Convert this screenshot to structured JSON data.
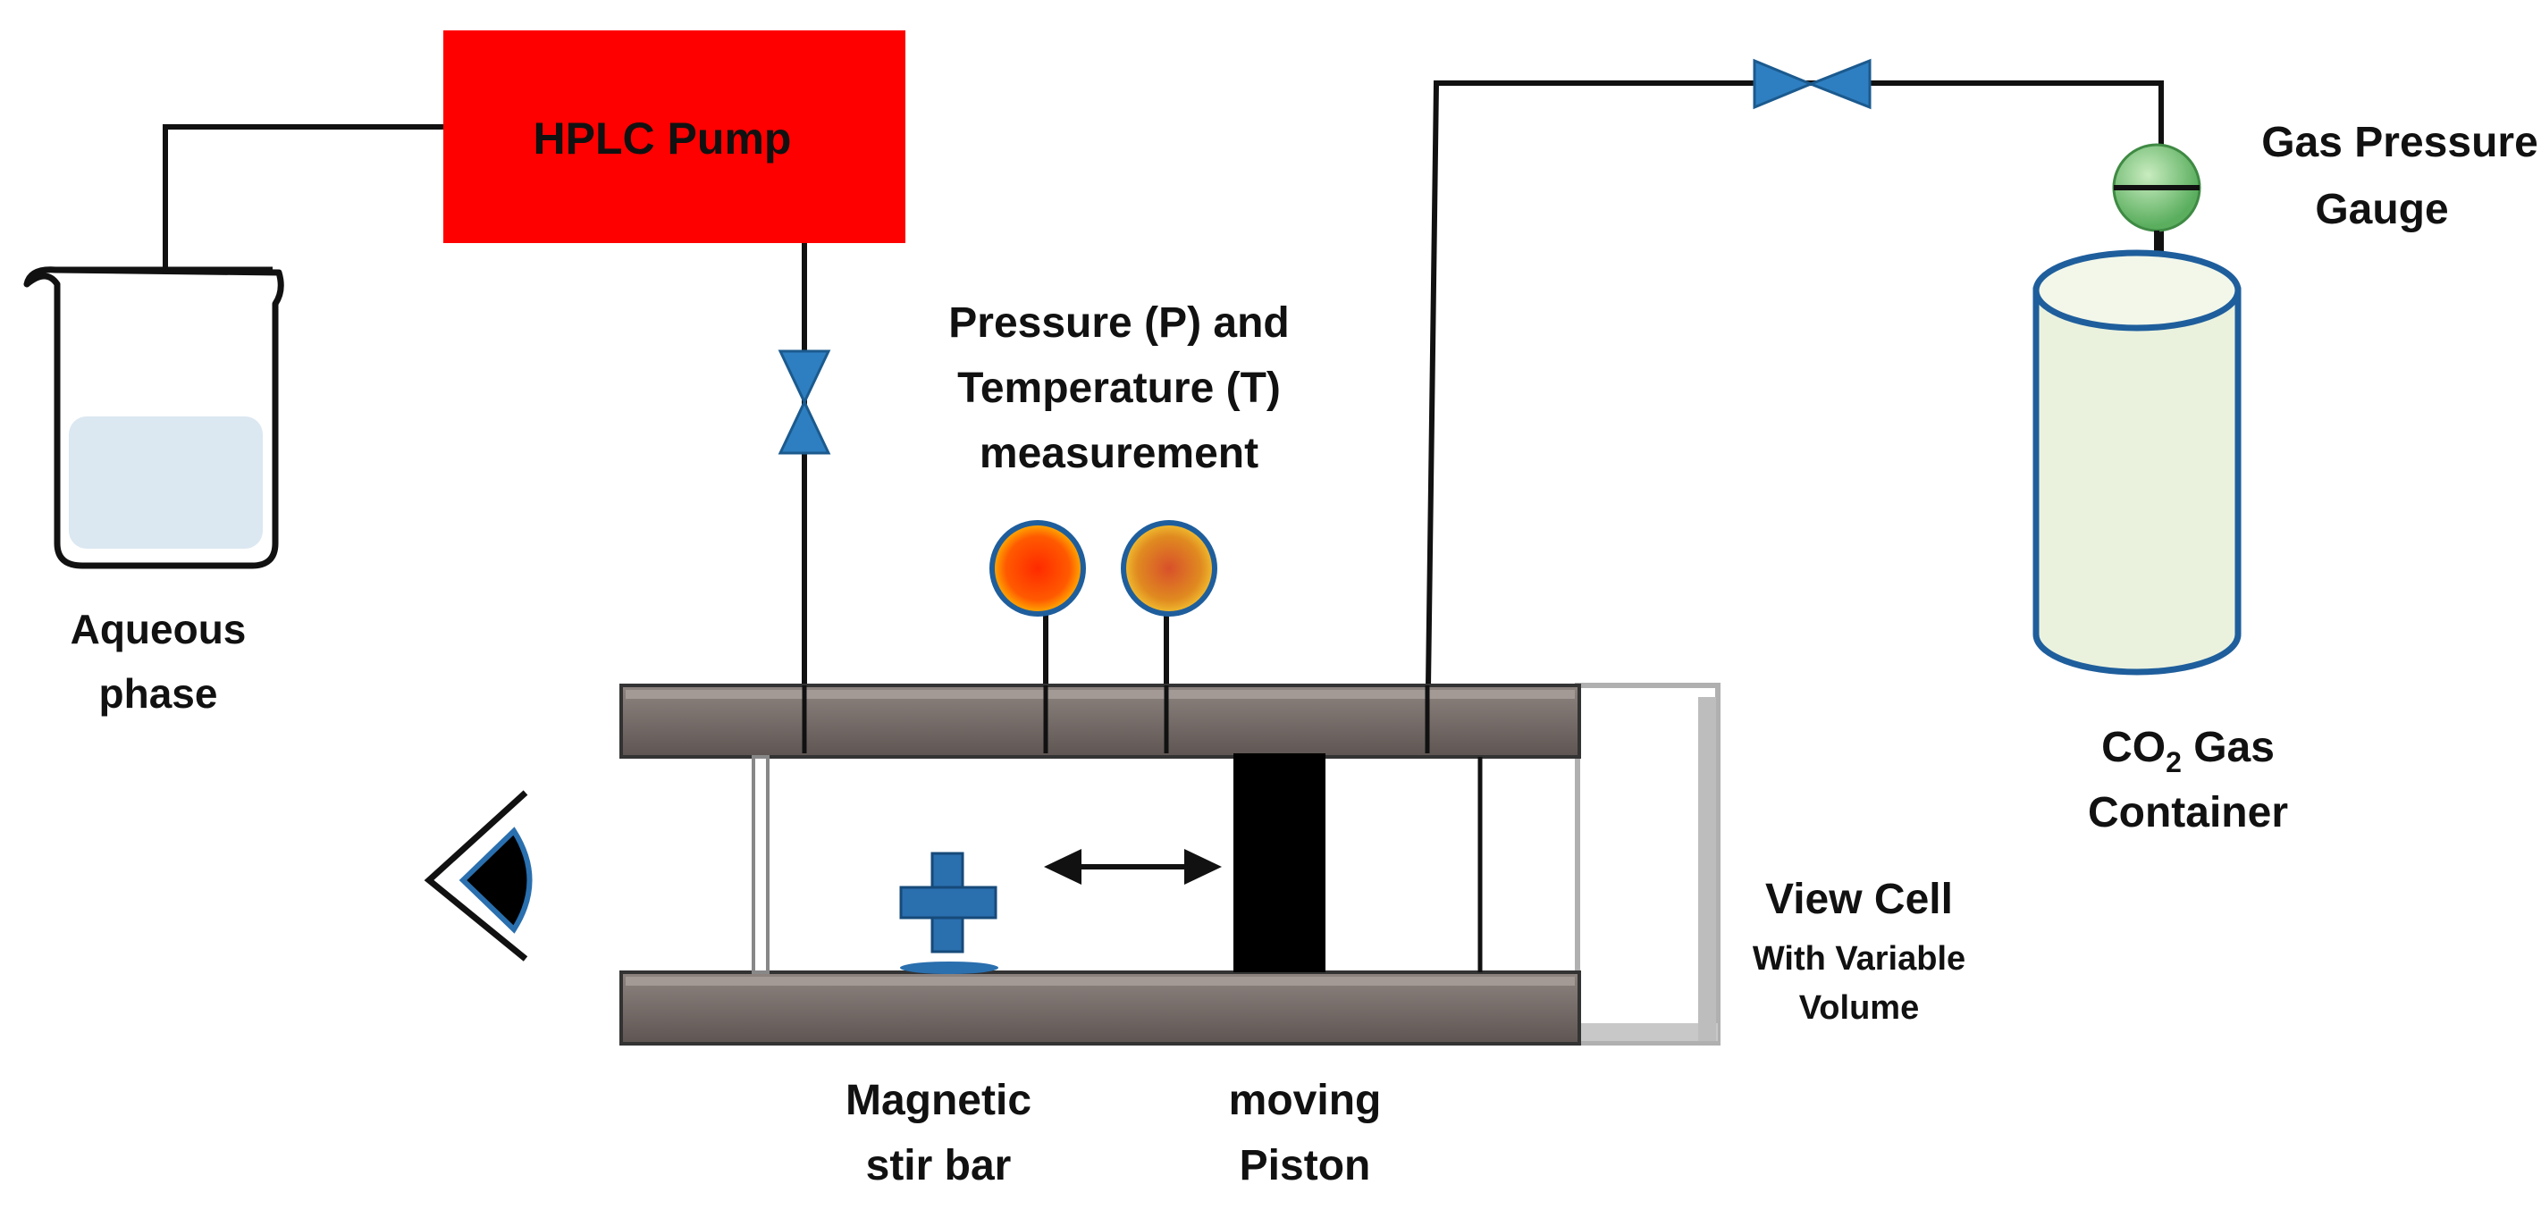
{
  "labels": {
    "hplc_pump": "HPLC Pump",
    "aqueous_line1": "Aqueous",
    "aqueous_line2": "phase",
    "pt_line1": "Pressure (P) and",
    "pt_line2": "Temperature (T)",
    "pt_line3": "measurement",
    "gas_gauge_line1": "Gas Pressure",
    "gas_gauge_line2": "Gauge",
    "co2_prefix": "CO",
    "co2_sub": "2",
    "co2_suffix": " Gas",
    "co2_line2": "Container",
    "view_cell_line1": "View Cell",
    "view_cell_line2": "With Variable",
    "view_cell_line3": "Volume",
    "stir_line1": "Magnetic",
    "stir_line2": "stir bar",
    "piston_line1": "moving",
    "piston_line2": "Piston"
  },
  "colors": {
    "pump": "#ff0000",
    "valve": "#2e7fc1",
    "plate": "#7a6f6b",
    "piston": "#000000",
    "stir_bar": "#2a6fae",
    "beaker_liquid": "#dbe7f1",
    "container_fill": "#eaf2de",
    "container_stroke": "#1f5e9c",
    "gauge": "#6fbf73",
    "sensor_p": "#ff3a00",
    "sensor_t": "#e08020",
    "line": "#111111"
  },
  "icons": [
    "beaker-icon",
    "valve-icon",
    "eye-icon",
    "stir-bar-icon",
    "double-arrow-icon",
    "gas-cylinder-icon",
    "pressure-gauge-icon",
    "sensor-icon"
  ]
}
